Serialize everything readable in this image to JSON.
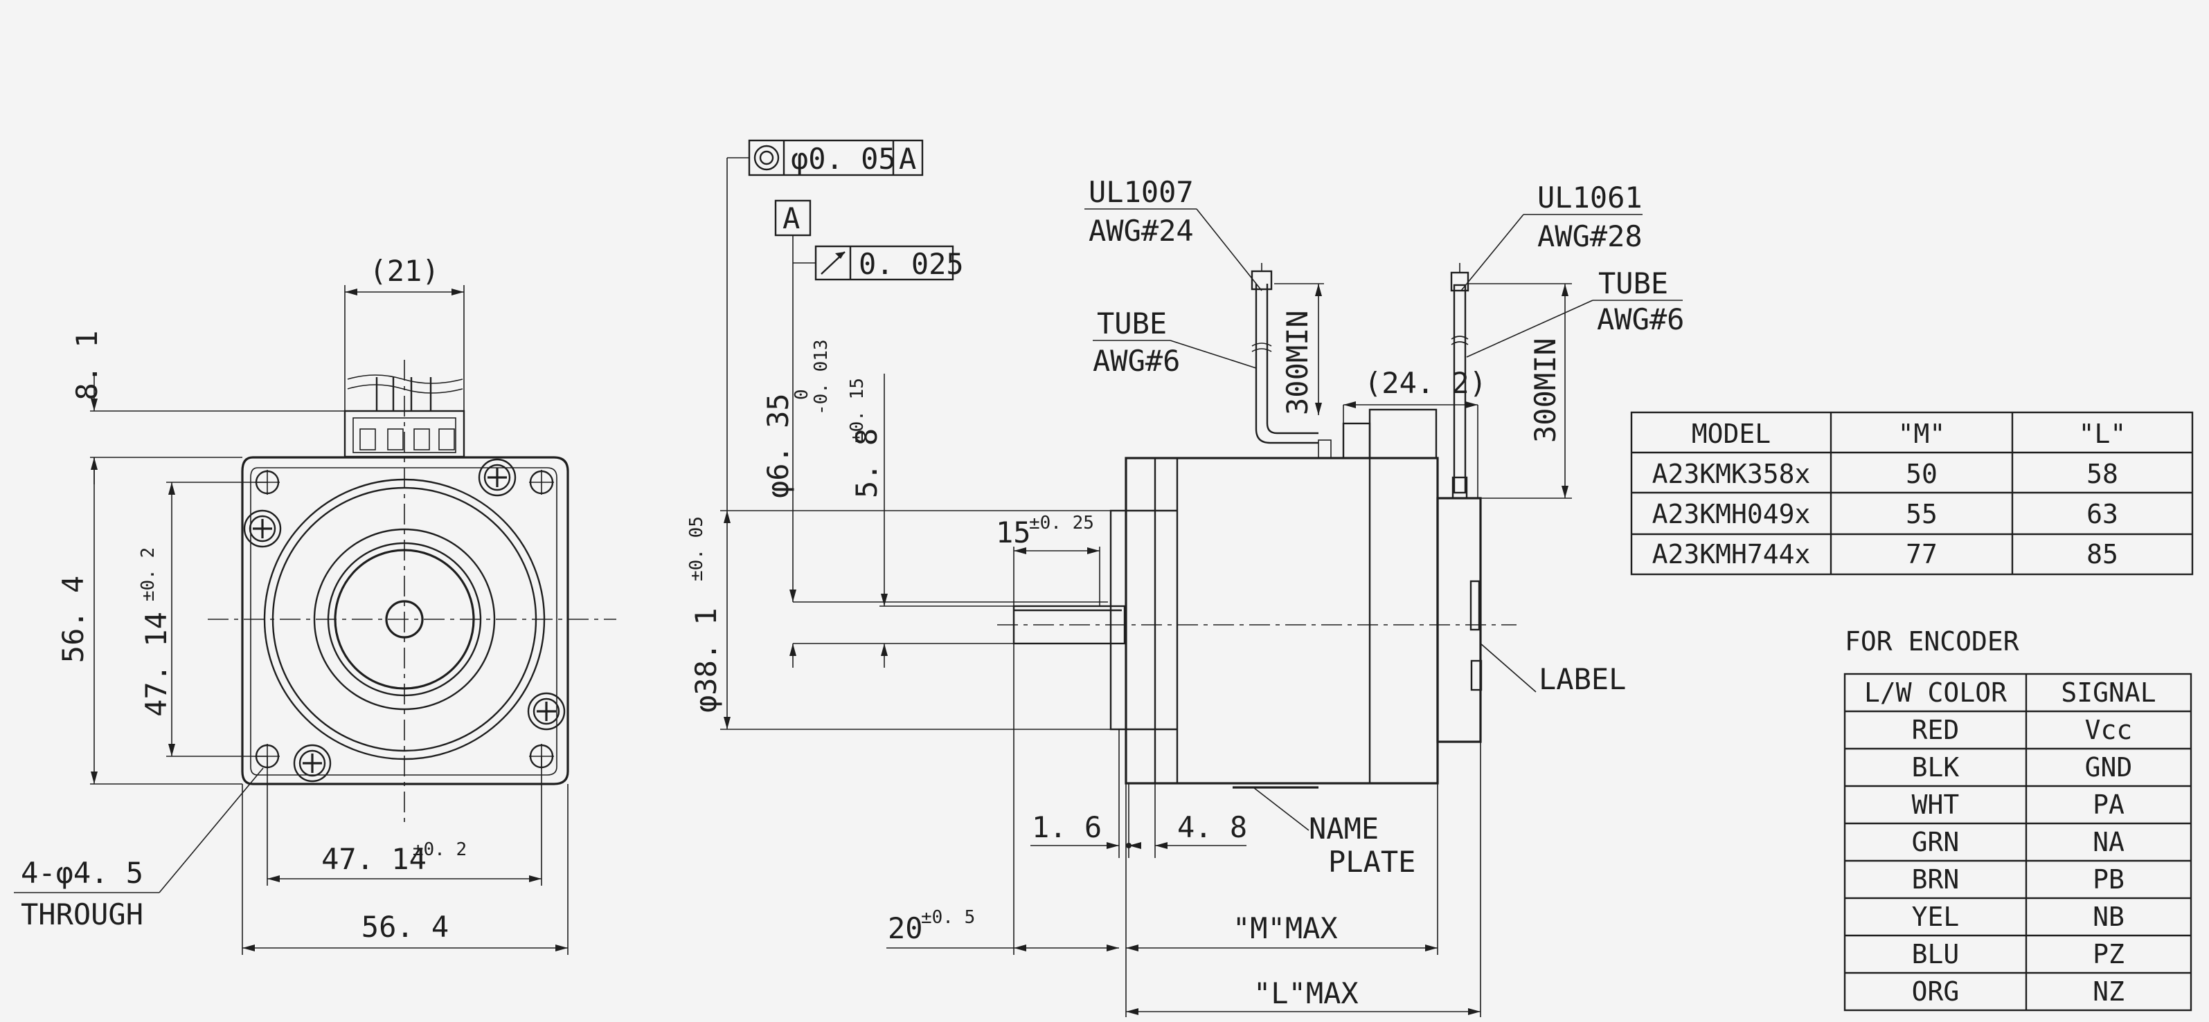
{
  "front_view": {
    "dim_21": "(21)",
    "dim_8_1": "8. 1",
    "dim_56_4_v": "56. 4",
    "dim_47_14_v": "47. 14",
    "tol_v": "±0. 2",
    "dim_47_14_h": "47. 14",
    "tol_h": "±0. 2",
    "dim_56_4_h": "56. 4",
    "hole_label": "4-φ4. 5",
    "through_label": "THROUGH"
  },
  "side_view": {
    "concentricity_value": "φ0. 05",
    "datum_ref": "A",
    "datum_label": "A",
    "runout_value": "0. 025",
    "shaft_dia": "φ6. 35",
    "shaft_tol_upper": "0",
    "shaft_tol_lower": "-0. 013",
    "flat_dim": "5. 8",
    "flat_tol": "±0. 15",
    "pilot_dia": "φ38. 1",
    "pilot_tol": "±0. 05",
    "flat_len": "15",
    "flat_len_tol": "±0. 25",
    "dim_1_6": "1. 6",
    "dim_4_8": "4. 8",
    "shaft_len": "20",
    "shaft_len_tol": "±0. 5",
    "m_max": "\"M\"MAX",
    "l_max": "\"L\"MAX",
    "dim_24_2": "(24. 2)",
    "lead_min_left": "300MIN",
    "lead_min_right": "300MIN",
    "wire_left_type": "UL1007",
    "wire_left_awg": "AWG#24",
    "tube_left": "TUBE",
    "tube_left_awg": "AWG#6",
    "wire_right_type": "UL1061",
    "wire_right_awg": "AWG#28",
    "tube_right": "TUBE",
    "tube_right_awg": "AWG#6",
    "label_callout": "LABEL",
    "nameplate_1": "NAME",
    "nameplate_2": "PLATE"
  },
  "model_table": {
    "headers": [
      "MODEL",
      "\"M\"",
      "\"L\""
    ],
    "rows": [
      [
        "A23KMK358x",
        "50",
        "58"
      ],
      [
        "A23KMH049x",
        "55",
        "63"
      ],
      [
        "A23KMH744x",
        "77",
        "85"
      ]
    ]
  },
  "encoder_table": {
    "title": "FOR ENCODER",
    "headers": [
      "L/W COLOR",
      "SIGNAL"
    ],
    "rows": [
      [
        "RED",
        "Vcc"
      ],
      [
        "BLK",
        "GND"
      ],
      [
        "WHT",
        "PA"
      ],
      [
        "GRN",
        "NA"
      ],
      [
        "BRN",
        "PB"
      ],
      [
        "YEL",
        "NB"
      ],
      [
        "BLU",
        "PZ"
      ],
      [
        "ORG",
        "NZ"
      ]
    ]
  }
}
